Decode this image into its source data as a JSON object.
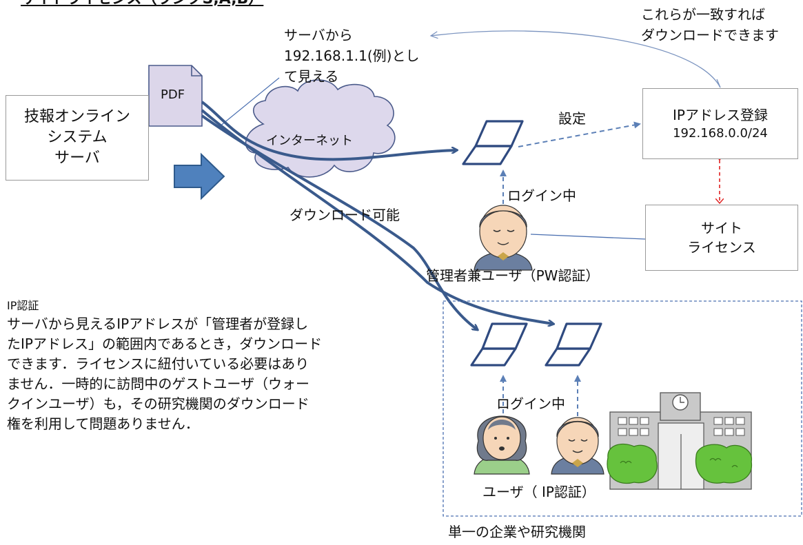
{
  "heading": "サイトライセンス（ランクS,A,B）",
  "pdf_label": "PDF",
  "server": {
    "lines": [
      "技報オンライン",
      "システム",
      "サーバ"
    ]
  },
  "cloud_label": "インターネット",
  "visible_ip_note": {
    "lines": [
      "サーバから",
      "192.168.1.1(例)とし",
      "て見える"
    ]
  },
  "match_note": {
    "lines": [
      "これらが一致すれば",
      "ダウンロードできます"
    ]
  },
  "setting_label": "設定",
  "ip_registration": {
    "title": "IPアドレス登録",
    "range": "192.168.0.0/24"
  },
  "site_license": {
    "lines": [
      "サイト",
      "ライセンス"
    ]
  },
  "logged_in_top": "ログイン中",
  "download_possible": "ダウンロード可能",
  "admin_user_label": "管理者兼ユーザ（PW認証）",
  "ip_auth": {
    "title": "IP認証",
    "lines": [
      "サーバから見えるIPアドレスが「管理者が登録し",
      "たIPアドレス」の範囲内であるとき，ダウンロード",
      "できます．ライセンスに紐付いている必要はあり",
      "ません．一時的に訪問中のゲストユーザ（ウォー",
      "クインユーザ）も，その研究機関のダウンロード",
      "権を利用して問題ありません．"
    ]
  },
  "logged_in_bottom": "ログイン中",
  "ip_user_label": "ユーザ（ IP認証）",
  "org_label": "単一の企業や研究機関",
  "colors": {
    "arrow": "#3a5a8c",
    "accent_red": "#e02020",
    "cloud_fill": "#ddd8ec",
    "pdf_fill": "#dcd6ea",
    "dashed": "#5b7fb6"
  }
}
